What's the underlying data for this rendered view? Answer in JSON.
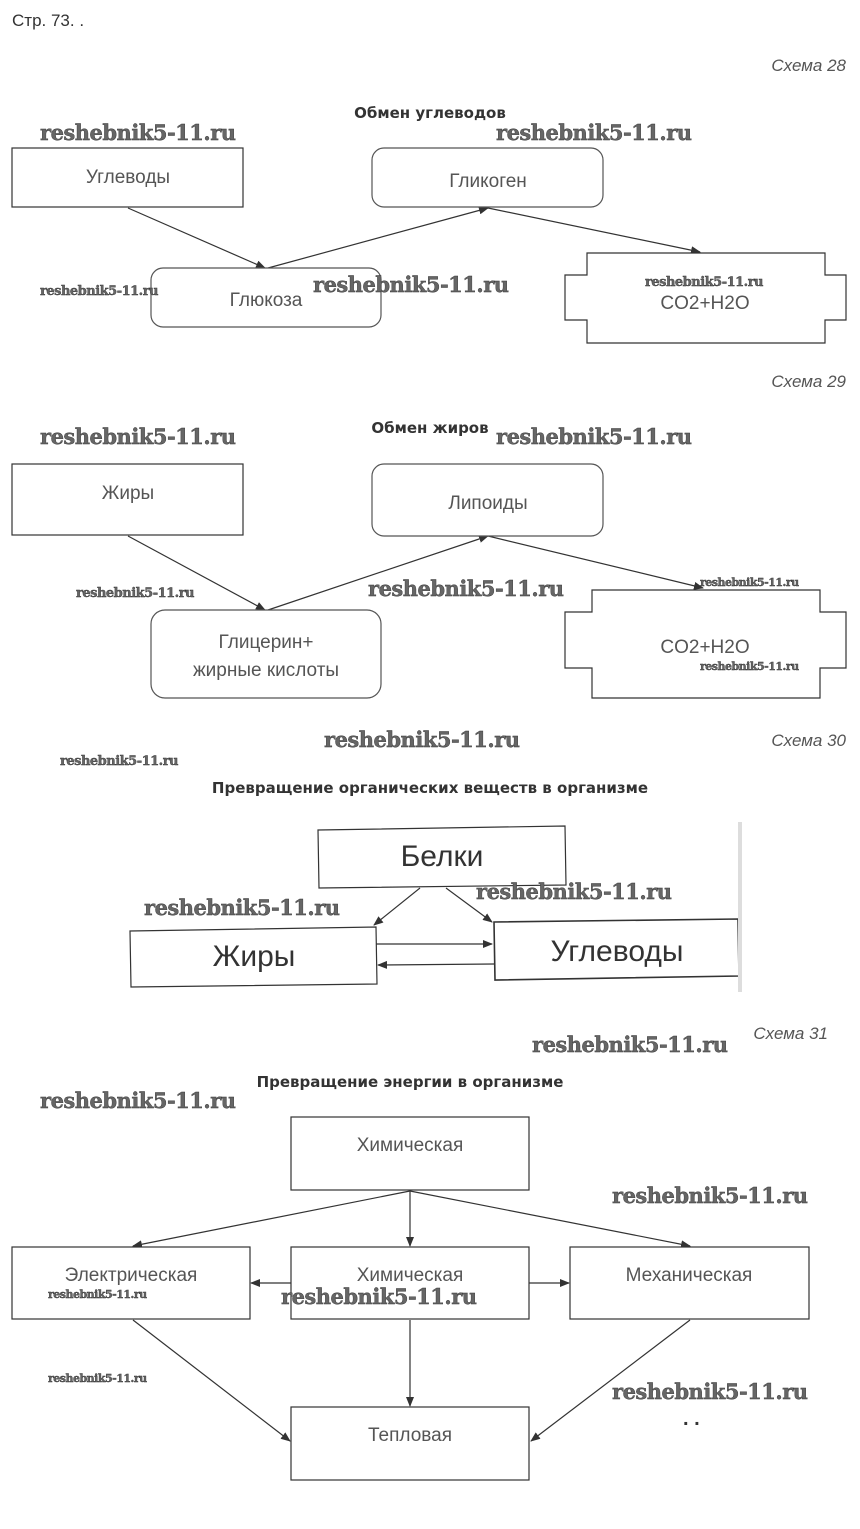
{
  "page_header": "Стр. 73. .",
  "watermark": "reshebnik5-11.ru",
  "scheme28": {
    "label": "Схема 28",
    "title": "Обмен углеводов",
    "nodes": [
      "Углеводы",
      "Гликоген",
      "Глюкоза",
      "CO2+H2O"
    ]
  },
  "scheme29": {
    "label": "Схема 29",
    "title": "Обмен жиров",
    "nodes": [
      "Жиры",
      "Липоиды",
      "Глицерин+",
      "жирные кислоты",
      "CO2+H2O"
    ]
  },
  "scheme30": {
    "label": "Схема 30",
    "title": "Превращение органических веществ в организме",
    "nodes": [
      "Белки",
      "Жиры",
      "Углеводы"
    ]
  },
  "scheme31": {
    "label": "Схема 31",
    "title": "Превращение энергии в организме",
    "nodes": [
      "Химическая",
      "Электрическая",
      "Химическая",
      "Механическая",
      "Тепловая"
    ],
    "dots": ". ."
  }
}
